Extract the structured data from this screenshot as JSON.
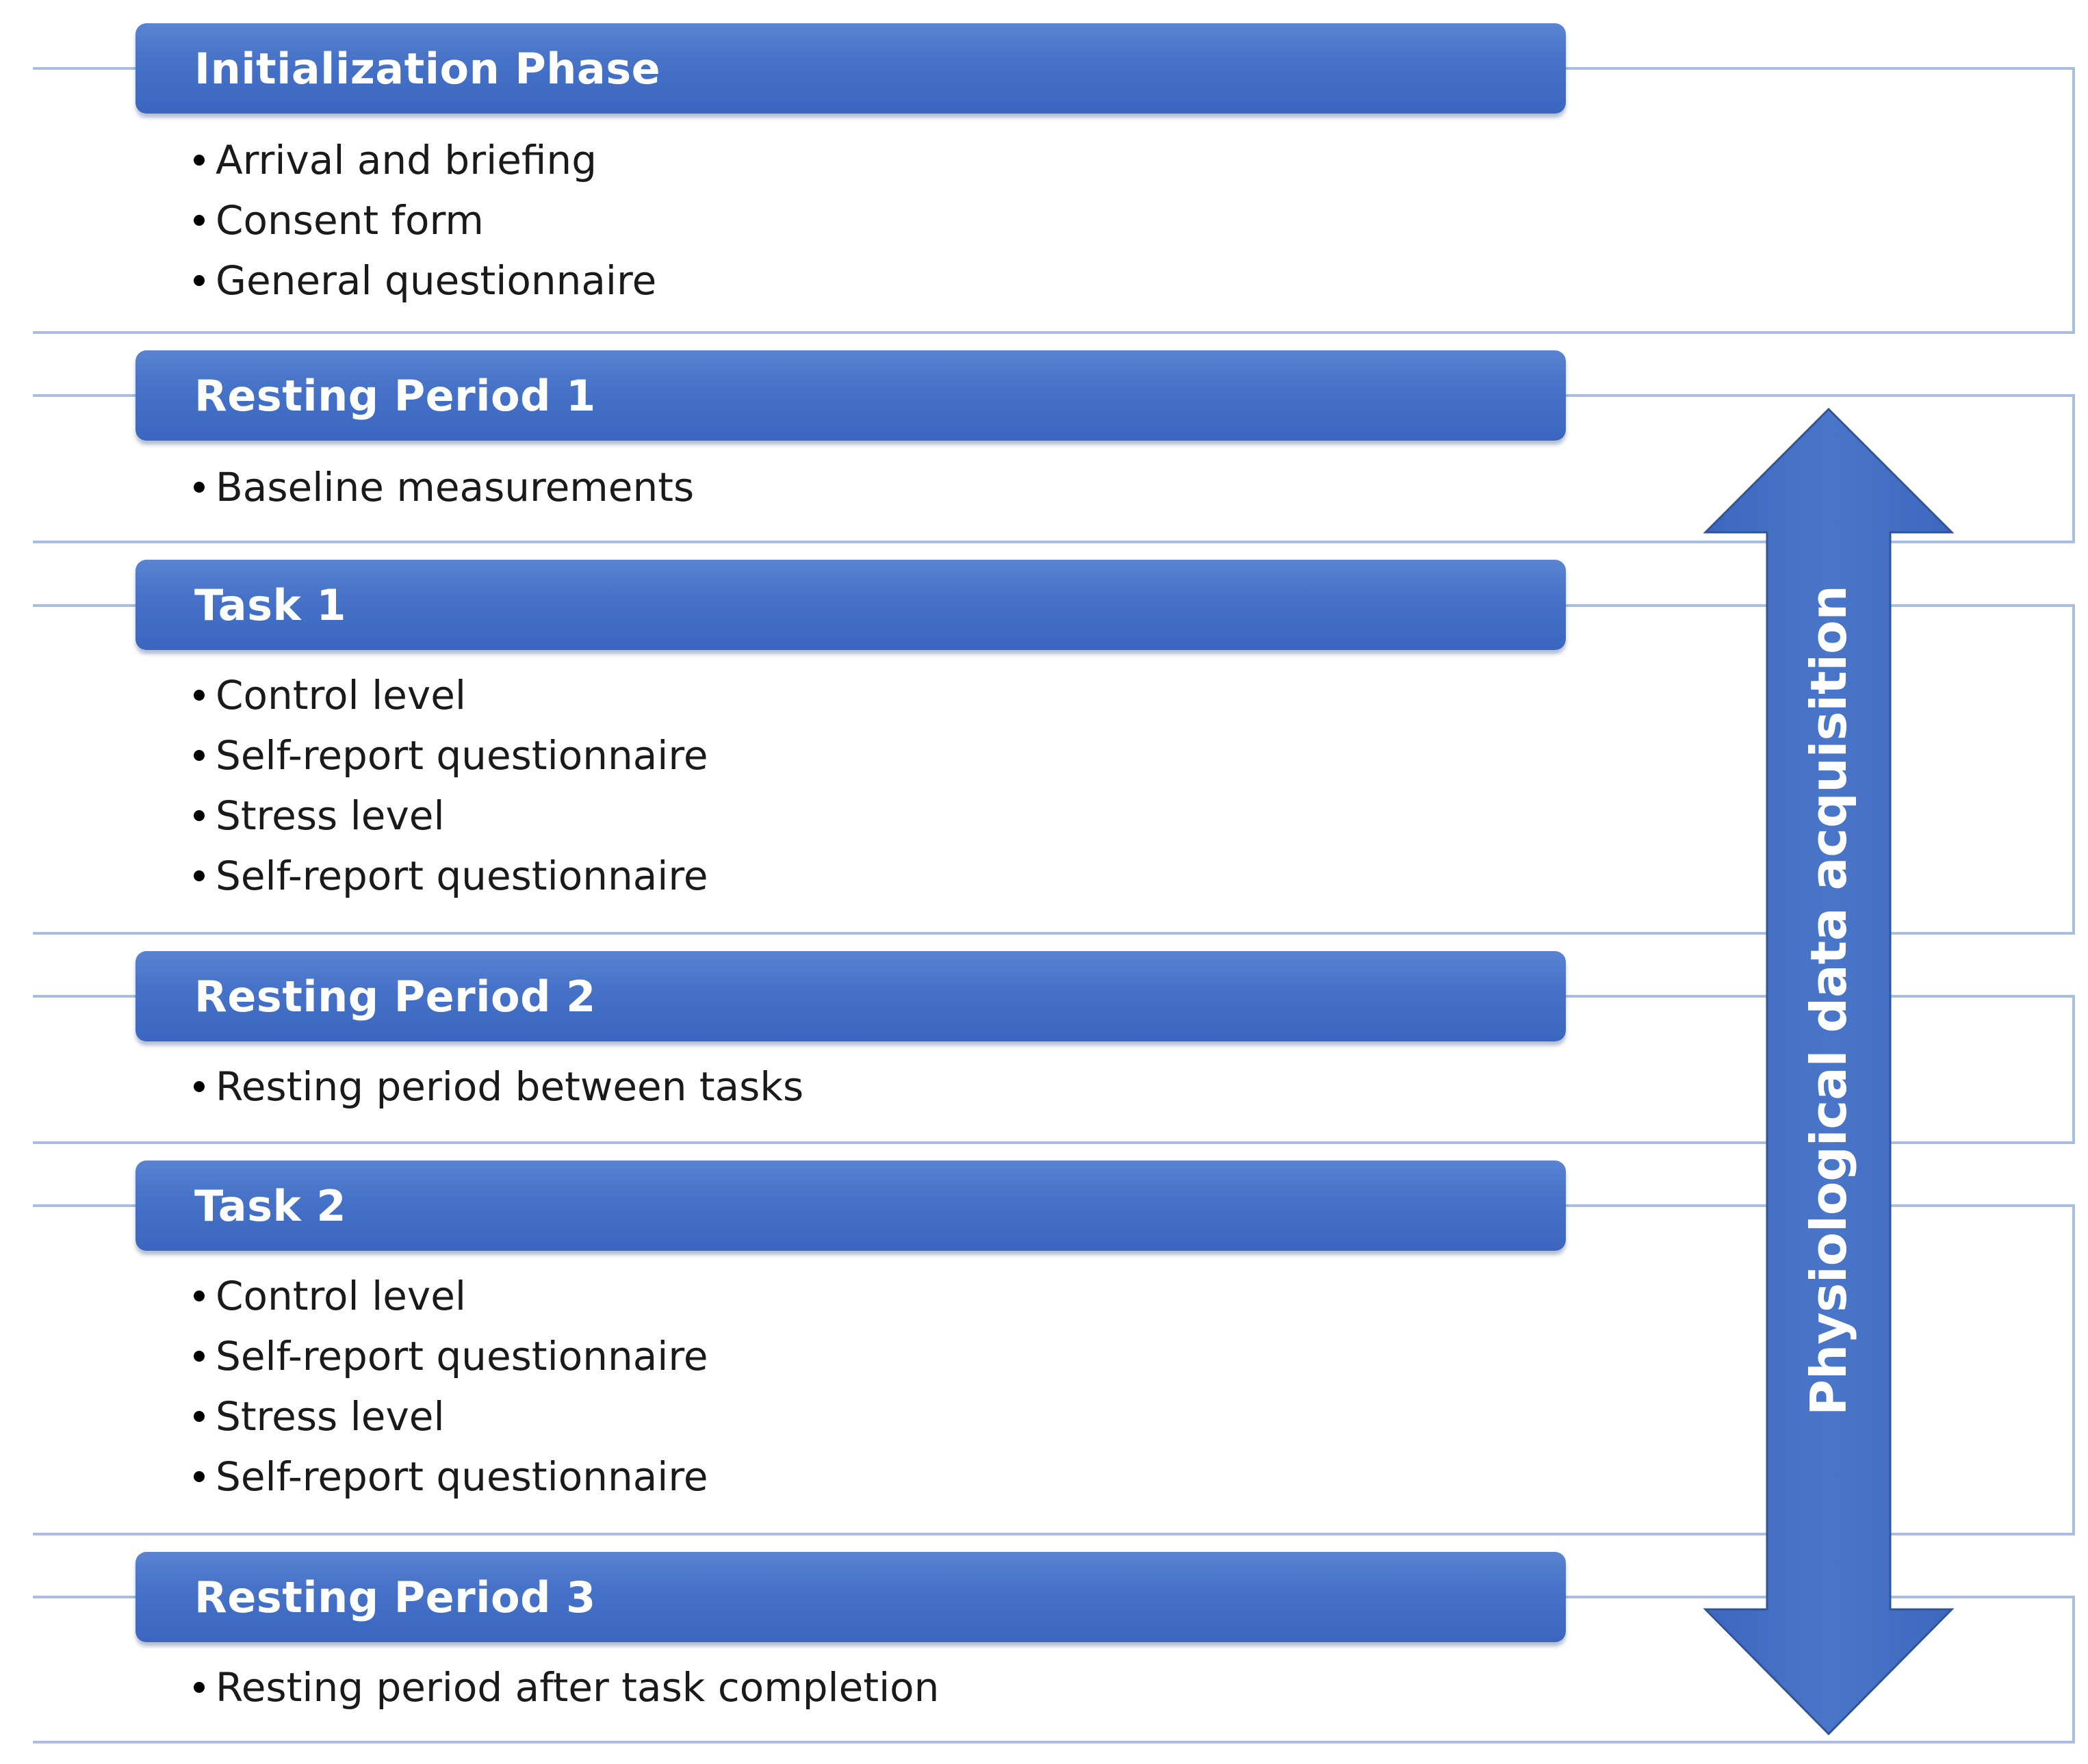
{
  "phases": [
    {
      "title": "Initialization Phase",
      "items": [
        "Arrival and briefing",
        "Consent form",
        "General questionnaire"
      ]
    },
    {
      "title": "Resting Period 1",
      "items": [
        "Baseline measurements"
      ]
    },
    {
      "title": "Task 1",
      "items": [
        "Control level",
        "Self-report questionnaire",
        "Stress level",
        "Self-report questionnaire"
      ]
    },
    {
      "title": "Resting Period 2",
      "items": [
        "Resting period between tasks"
      ]
    },
    {
      "title": "Task 2",
      "items": [
        "Control level",
        "Self-report questionnaire",
        "Stress level",
        "Self-report questionnaire"
      ]
    },
    {
      "title": "Resting Period 3",
      "items": [
        "Resting period after task completion"
      ]
    }
  ],
  "arrow": {
    "label": "Physiological data acquisition",
    "direction": "bidirectional-vertical",
    "color": "#4472c4"
  },
  "colors": {
    "header_fill": "#4472c4",
    "frame_line": "#a9bde0",
    "text": "#1a1a1a"
  }
}
